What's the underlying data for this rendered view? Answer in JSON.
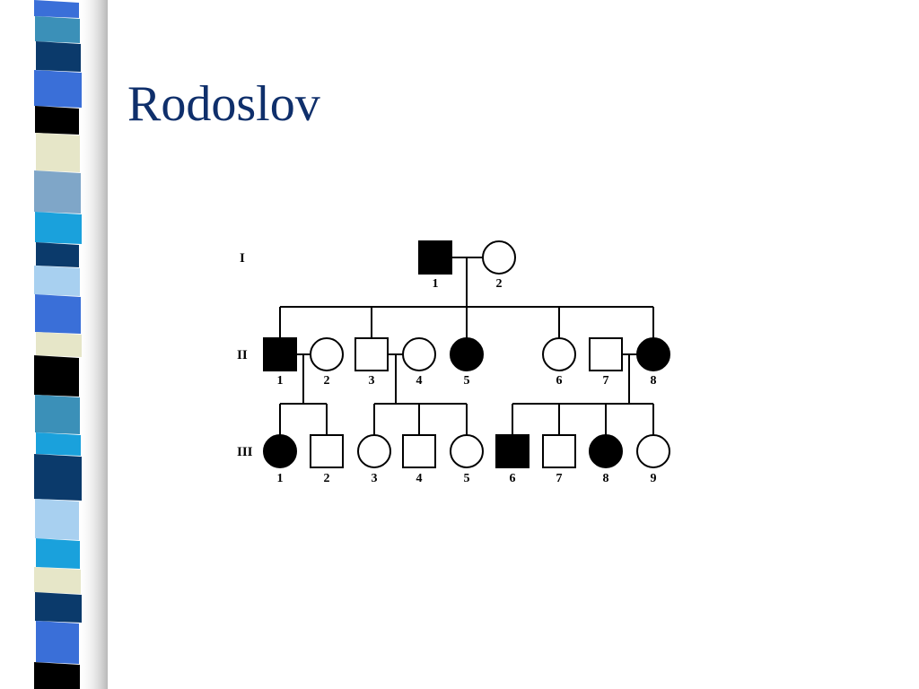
{
  "slide": {
    "title": "Rodoslov"
  },
  "colors": {
    "title": "#0f2f6b",
    "affected": "#000000",
    "unaffected": "#ffffff",
    "stripes": [
      "#3a6fd8",
      "#0b3a6b",
      "#7fa6c8",
      "#e6e6c8",
      "#000000",
      "#1aa1dc",
      "#a8d0f0",
      "#3b90b8"
    ]
  },
  "pedigree": {
    "generations": [
      {
        "label": "I",
        "individuals": [
          {
            "number": "1",
            "sex": "male",
            "affected": true
          },
          {
            "number": "2",
            "sex": "female",
            "affected": false
          }
        ]
      },
      {
        "label": "II",
        "individuals": [
          {
            "number": "1",
            "sex": "male",
            "affected": true
          },
          {
            "number": "2",
            "sex": "female",
            "affected": false
          },
          {
            "number": "3",
            "sex": "male",
            "affected": false
          },
          {
            "number": "4",
            "sex": "female",
            "affected": false
          },
          {
            "number": "5",
            "sex": "female",
            "affected": true
          },
          {
            "number": "6",
            "sex": "female",
            "affected": false
          },
          {
            "number": "7",
            "sex": "male",
            "affected": false
          },
          {
            "number": "8",
            "sex": "female",
            "affected": true
          }
        ]
      },
      {
        "label": "III",
        "individuals": [
          {
            "number": "1",
            "sex": "female",
            "affected": true
          },
          {
            "number": "2",
            "sex": "male",
            "affected": false
          },
          {
            "number": "3",
            "sex": "female",
            "affected": false
          },
          {
            "number": "4",
            "sex": "male",
            "affected": false
          },
          {
            "number": "5",
            "sex": "female",
            "affected": false
          },
          {
            "number": "6",
            "sex": "male",
            "affected": true
          },
          {
            "number": "7",
            "sex": "male",
            "affected": false
          },
          {
            "number": "8",
            "sex": "female",
            "affected": true
          },
          {
            "number": "9",
            "sex": "female",
            "affected": false
          }
        ]
      }
    ]
  }
}
